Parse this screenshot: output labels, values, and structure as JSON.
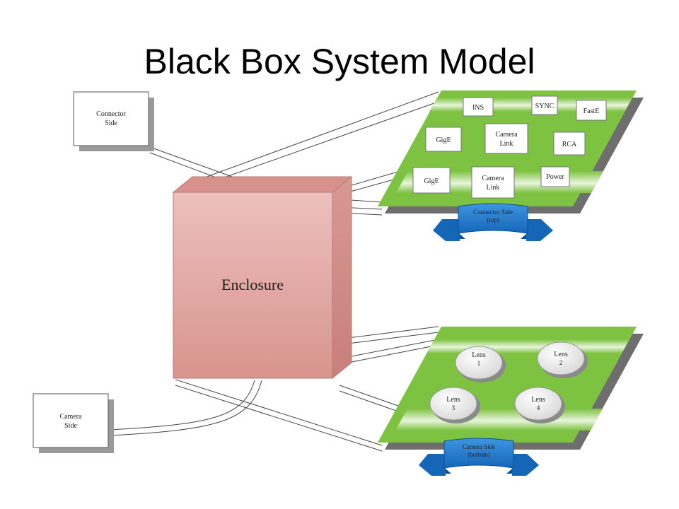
{
  "title": "Black Box System Model",
  "colors": {
    "enclosure_front": "#dc9a94",
    "enclosure_side": "#cf8682",
    "enclosure_top": "#d7928d",
    "panel_green": "#7ec242",
    "panel_shadow": "#6e6e6e",
    "ribbon_blue": "#1e78c8",
    "ribbon_dark": "#0e4f96"
  },
  "nodes": {
    "connector_side_box": {
      "line1": "Connector",
      "line2": "Side"
    },
    "camera_side_box": {
      "line1": "Camera",
      "line2": "Side"
    },
    "enclosure": {
      "label": "Enclosure"
    }
  },
  "top_panel": {
    "ins": "INS",
    "sync": "SYNC",
    "faste": "FastE",
    "gige_1": "GigE",
    "camera_link_1": {
      "line1": "Camera",
      "line2": "Link"
    },
    "rca": "RCA",
    "gige_2": "GigE",
    "camera_link_2": {
      "line1": "Camera",
      "line2": "Link"
    },
    "power": "Power",
    "banner": {
      "line1": "Connector  Side",
      "line2": "(top)"
    }
  },
  "bottom_panel": {
    "lenses": [
      {
        "label": "Lens",
        "num": "1"
      },
      {
        "label": "Lens",
        "num": "2"
      },
      {
        "label": "Lens",
        "num": "3"
      },
      {
        "label": "Lens",
        "num": "4"
      }
    ],
    "banner": {
      "line1": "Camera  Side",
      "line2": "(bottom)"
    }
  }
}
